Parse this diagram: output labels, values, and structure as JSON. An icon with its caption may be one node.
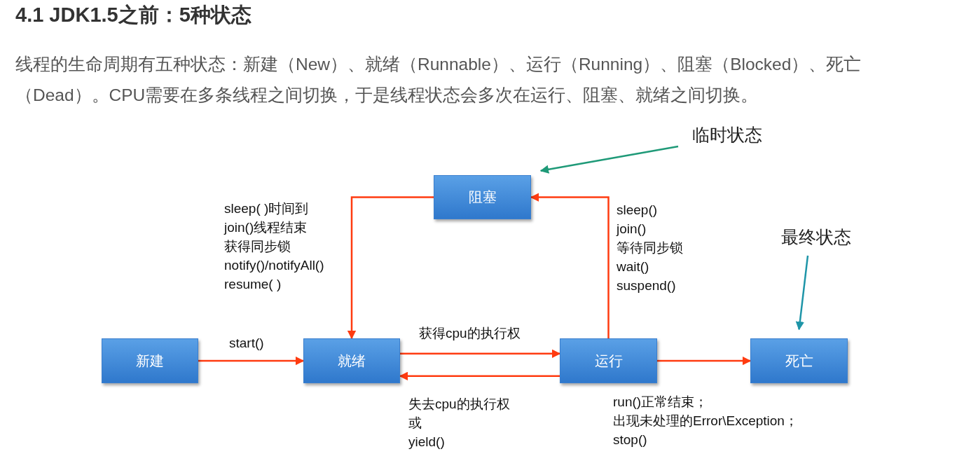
{
  "diagram": {
    "title": "4.1 JDK1.5之前：5种状态",
    "nodes": [
      {
        "text": [
          "新建"
        ]
      },
      {
        "text": [
          "就绪"
        ]
      },
      {
        "text": [
          "运行"
        ]
      },
      {
        "text": [
          "阻塞"
        ]
      },
      {
        "text": [
          "死亡"
        ]
      },
      {
        "text": [
          "临时状态"
        ]
      },
      {
        "text": [
          "最终状态"
        ]
      }
    ],
    "edges": [
      {
        "from": 0,
        "to": 1,
        "arrow": "to",
        "label": "start()"
      },
      {
        "from": 1,
        "to": 2,
        "arrow": "to",
        "label": "获得cpu的执行权"
      },
      {
        "from": 2,
        "to": 1,
        "arrow": "to",
        "label": "失去cpu的执行权或 yield()"
      },
      {
        "from": 3,
        "to": 1,
        "arrow": "to",
        "label": "sleep( )时间到 join()线程结束获得同步锁 notify()/notifyAll() resume( )"
      },
      {
        "from": 2,
        "to": 3,
        "arrow": "to",
        "label": "sleep() join() 等待同步锁 wait() suspend()"
      },
      {
        "from": 2,
        "to": 4,
        "arrow": "to",
        "label": "run()正常结束；出现未处理的Error\\Exception； stop()"
      },
      {
        "from": 5,
        "to": 3,
        "arrow": "to",
        "color": "#1f9a78"
      },
      {
        "from": 6,
        "to": 4,
        "arrow": "to",
        "color": "#1e95a8"
      }
    ],
    "labels": [
      "线程的生命周期有五种状态：新建（New）、就绪（Runnable）、运行（Running）、阻塞（Blocked）、死亡（Dead）。CPU需要在多条线程之间切换，于是线程状态会多次在运行、阻塞、就绪之间切换。"
    ]
  }
}
